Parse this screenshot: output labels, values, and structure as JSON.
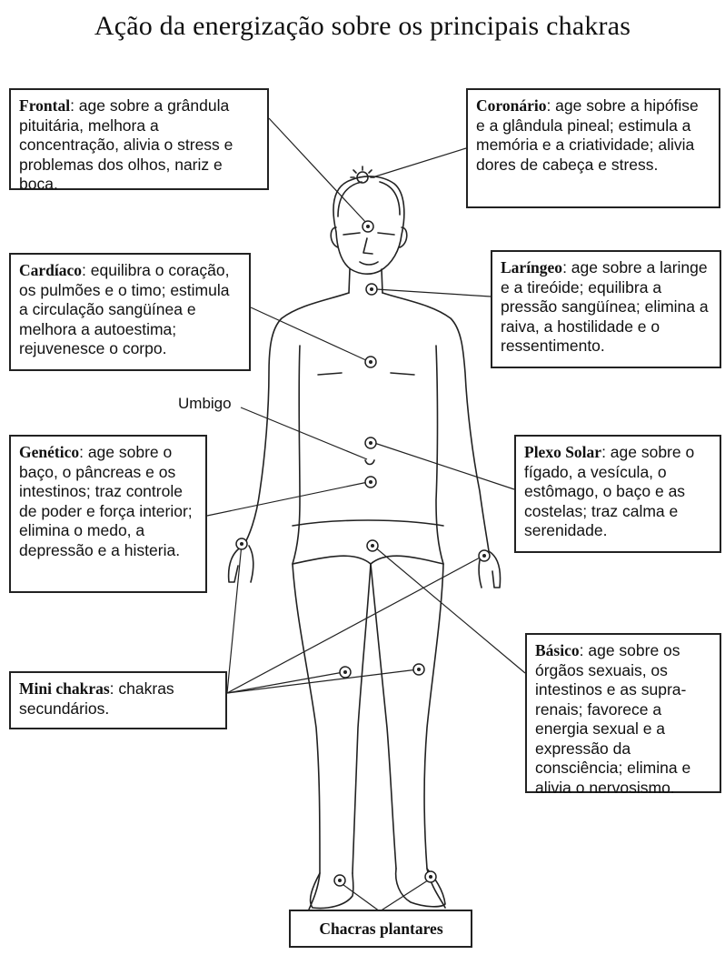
{
  "title": "Ação da energização sobre os principais chakras",
  "boxes": {
    "frontal": {
      "name": "Frontal",
      "text": ": age sobre a grândula pituitária, melhora  a concentração, alivia o stress e problemas dos olhos, nariz e boca."
    },
    "coronario": {
      "name": "Coronário",
      "text": ": age sobre a hipófise e a glândula pineal; estimula a memória e a criatividade; alivia dores de cabeça e stress."
    },
    "cardiaco": {
      "name": "Cardíaco",
      "text": ": equilibra o coração, os pulmões e o timo; estimula a circulação sangüínea e melhora a autoestima; rejuvenesce o corpo."
    },
    "laringeo": {
      "name": "Laríngeo",
      "text": ": age sobre a laringe e a tireóide; equilibra a pressão sangüínea; elimina a raiva, a hostilidade e o ressentimento."
    },
    "genetico": {
      "name": "Genético",
      "text": ": age sobre o baço, o pâncreas e os intestinos; traz controle de poder e força interior; elimina o medo, a depressão e a histeria."
    },
    "plexo": {
      "name": "Plexo Solar",
      "text": ": age sobre o fígado, a vesícula, o estômago, o baço e as costelas; traz calma e serenidade."
    },
    "basico": {
      "name": "Básico",
      "text": ": age sobre os órgãos sexuais, os intestinos e as supra-renais; favorece a energia sexual e a expressão da consciência; elimina e alivia o nervosismo."
    },
    "mini": {
      "name": "Mini chakras",
      "text": ": chakras secundários."
    },
    "plantares": {
      "name": "Chacras plantares"
    }
  },
  "umbigo_label": "Umbigo"
}
